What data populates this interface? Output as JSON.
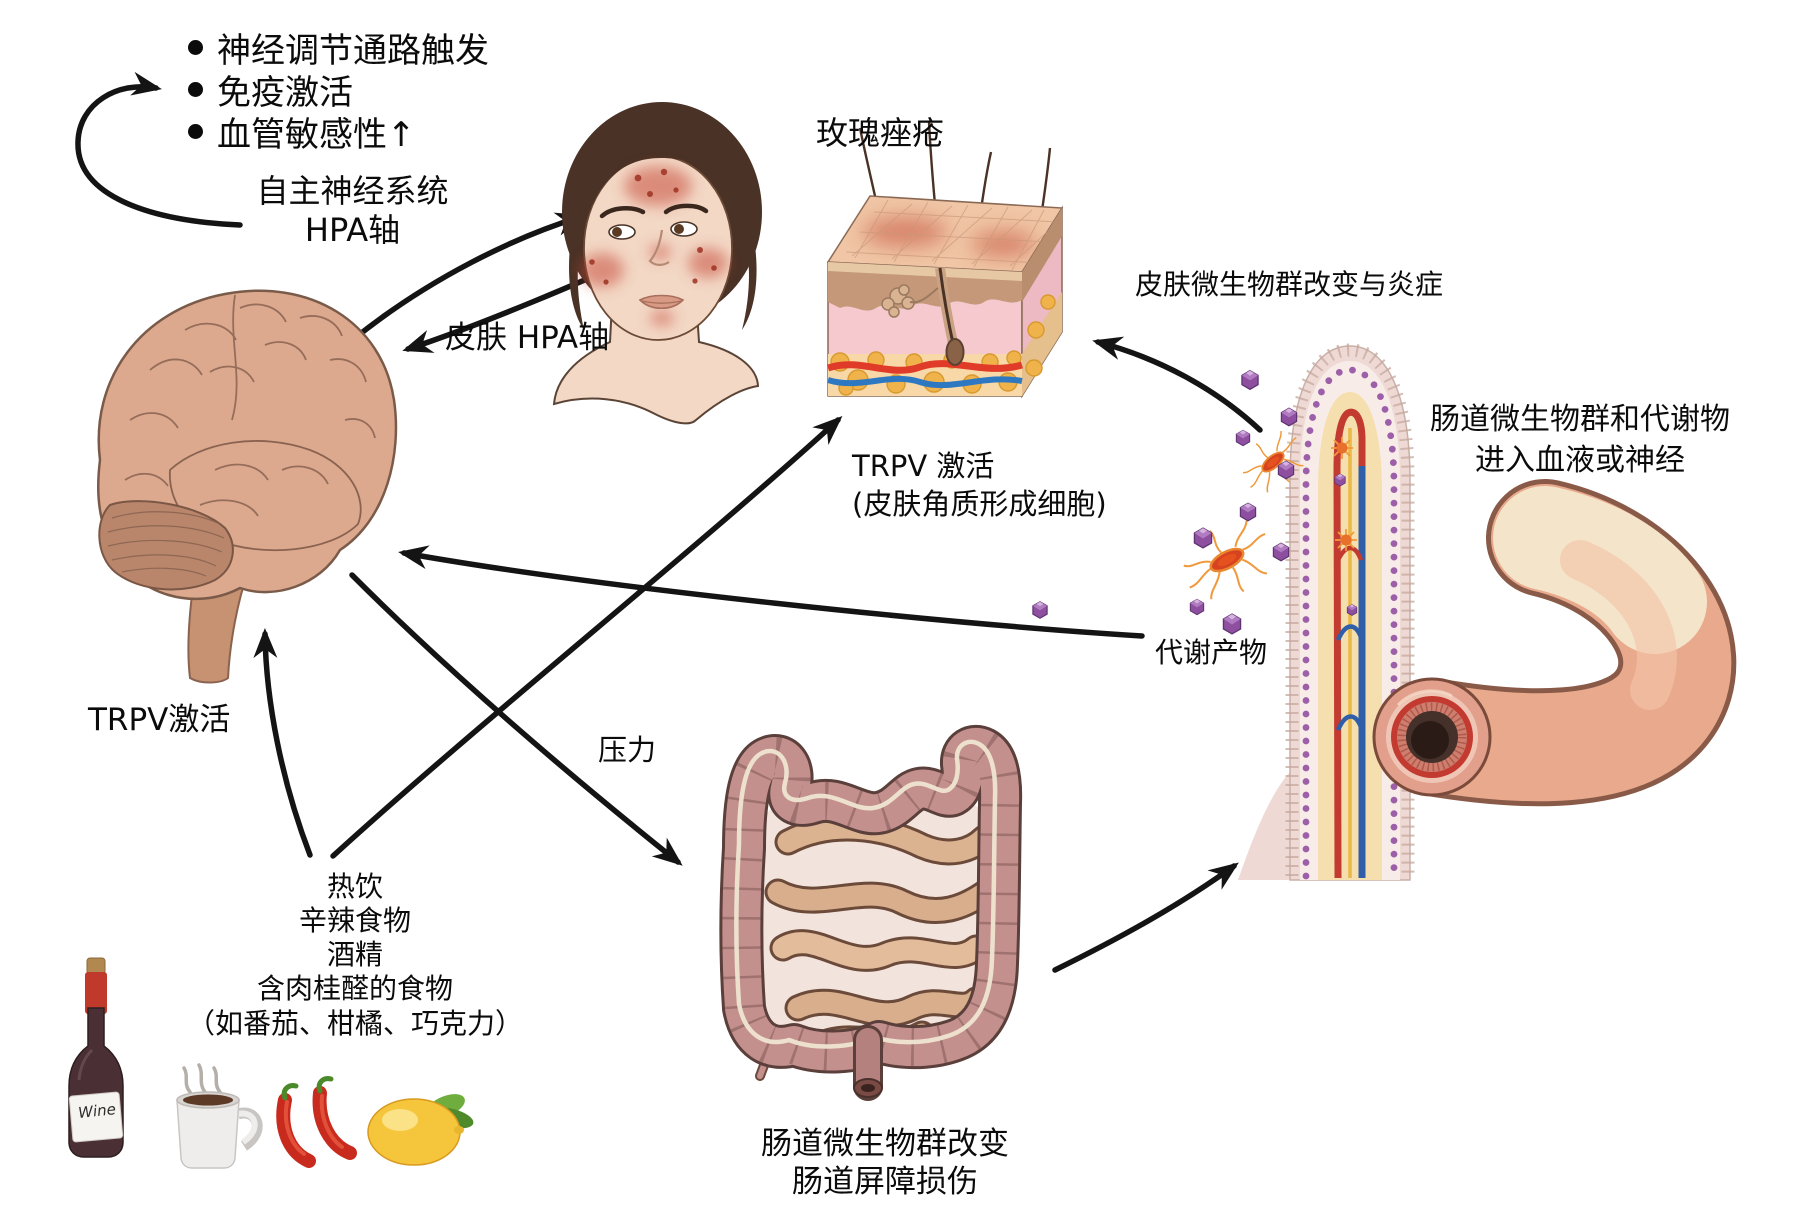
{
  "figure": {
    "background": "#ffffff",
    "description": "gut-brain-skin axis rosacea pathway diagram"
  },
  "labels": {
    "bullets": {
      "items": [
        "神经调节通路触发",
        "免疫激活",
        "血管敏感性↑"
      ]
    },
    "autonomic": {
      "line1": "自主神经系统",
      "line2": "HPA轴"
    },
    "rosacea": "玫瑰痤疮",
    "skin_hpa": "皮肤 HPA轴",
    "skin_microbiome_inflammation": "皮肤微生物群改变与炎症",
    "gut_to_blood": {
      "line1": "肠道微生物群和代谢物",
      "line2": "进入血液或神经"
    },
    "trpv_keratinocytes": {
      "line1": "TRPV 激活",
      "line2": "(皮肤角质形成细胞)"
    },
    "metabolites": "代谢产物",
    "trpv_brain": "TRPV激活",
    "stress": "压力",
    "triggers": {
      "lines": [
        "热饮",
        "辛辣食物",
        "酒精",
        "含肉桂醛的食物",
        "（如番茄、柑橘、巧克力）"
      ]
    },
    "gut_changes": {
      "line1": "肠道微生物群改变",
      "line2": "肠道屏障损伤"
    },
    "wine": "Wine"
  },
  "icons": {
    "illustrations": [
      "brain-illustration",
      "face-with-rosacea-illustration",
      "skin-cross-section-illustration",
      "intestine-illustration",
      "intestinal-villus-illustration",
      "gut-tube-cross-section-illustration",
      "bacteria-icon",
      "metabolite-hexagon-icon",
      "wine-bottle-icon",
      "coffee-mug-icon",
      "chili-peppers-icon",
      "lemon-icon",
      "bullet-icon",
      "curved-arrow-icon"
    ]
  },
  "colors": {
    "arrow": "#141414",
    "brain": "#DCA98F",
    "cerebellum": "#B9866B",
    "face_skin": "#F3D8C6",
    "rosacea_patch": "#C3402E",
    "hair": "#4A3226",
    "skin_dermis": "#F6C9CF",
    "epidermis": "#C49878",
    "fat": "#F0B24A",
    "colon": "#C4908E",
    "small_intestine": "#DCB391",
    "villus_outer": "#EFD9D4",
    "villus_core": "#F6DFAE",
    "artery": "#C23A30",
    "vein": "#2E5FA8",
    "nerve": "#E9B949",
    "bacteria": "#D8431F",
    "metabolite": "#8E4FA0",
    "wine_bottle": "#4A3034",
    "wine_foil": "#C0392B",
    "chili": "#C82A1E",
    "lemon": "#F5C63B",
    "leaf": "#5E9A34"
  }
}
